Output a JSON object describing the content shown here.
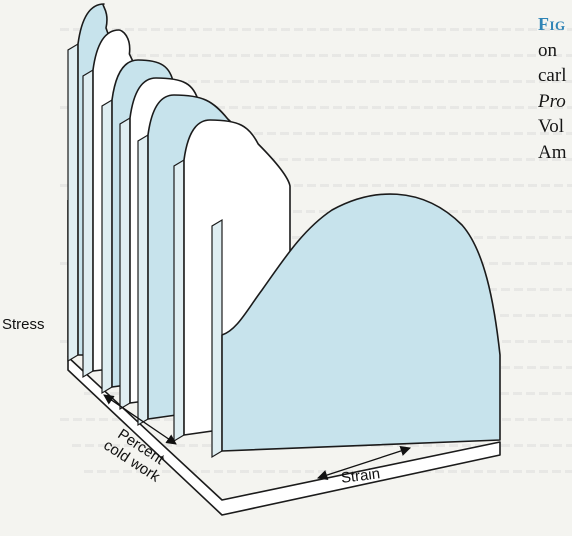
{
  "caption": {
    "lines": [
      {
        "text": "Fig",
        "style": "figure-label"
      },
      {
        "text": "on",
        "style": "normal"
      },
      {
        "text": "carl",
        "style": "normal"
      },
      {
        "text": "Pro",
        "style": "italic"
      },
      {
        "text": "Vol",
        "style": "normal"
      },
      {
        "text": "Am",
        "style": "normal"
      }
    ]
  },
  "labels": {
    "stress": "Stress",
    "strain": "Strain",
    "cold_work": "Percent cold work"
  },
  "colors": {
    "panel_blue": "#c7e3ec",
    "panel_white": "#ffffff",
    "outline": "#1b1b1b",
    "caption_accent": "#2f84b6",
    "paper": "#f4f4f0"
  },
  "panels": [
    {
      "fill": "blue"
    },
    {
      "fill": "white"
    },
    {
      "fill": "blue"
    },
    {
      "fill": "white"
    },
    {
      "fill": "blue"
    },
    {
      "fill": "white"
    },
    {
      "fill": "blue"
    }
  ]
}
